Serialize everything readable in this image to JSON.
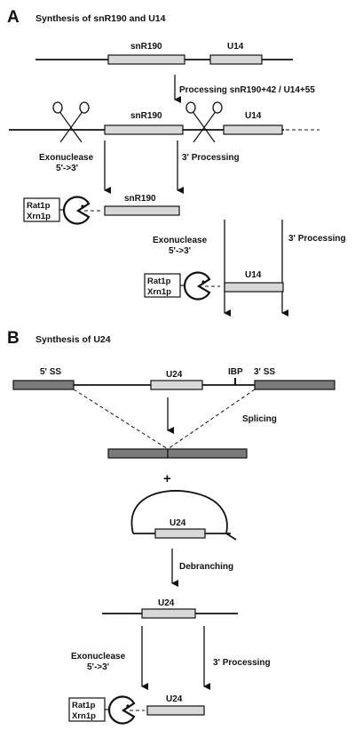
{
  "panel_a": {
    "letter": "A",
    "title": "Synthesis of snR190 and U14",
    "gene1": "snR190",
    "gene2": "U14",
    "step1": "Processing snR190+42 / U14+55",
    "exonuclease": "Exonuclease",
    "direction": "5'->3'",
    "processing3": "3' Processing",
    "enzyme1": "Rat1p",
    "enzyme2": "Xrn1p"
  },
  "panel_b": {
    "letter": "B",
    "title": "Synthesis of U24",
    "ss5": "5' SS",
    "gene": "U24",
    "ibp": "IBP",
    "ss3": "3' SS",
    "splicing": "Splicing",
    "plus": "+",
    "debranching": "Debranching",
    "exonuclease": "Exonuclease",
    "direction": "5'->3'",
    "processing3": "3' Processing",
    "enzyme1": "Rat1p",
    "enzyme2": "Xrn1p"
  }
}
